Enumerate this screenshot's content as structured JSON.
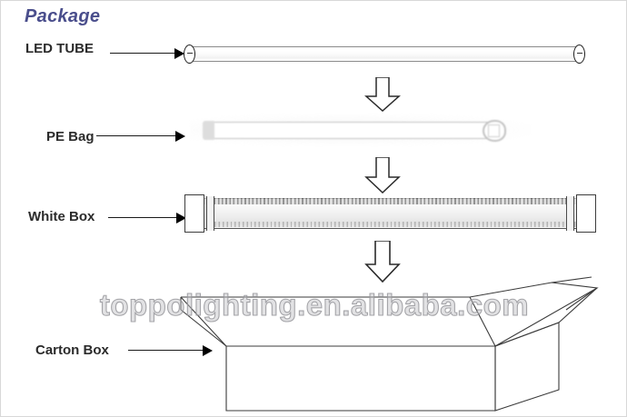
{
  "page": {
    "title": "Package",
    "background_color": "#ffffff",
    "title_color": "#4a4e8c"
  },
  "labels": {
    "led_tube": "LED TUBE",
    "pe_bag": "PE Bag",
    "white_box": "White Box",
    "carton_box": "Carton Box"
  },
  "watermark": {
    "text": "toppolighting.en.alibaba.com",
    "stroke_color": "#96969b"
  },
  "flow": {
    "steps": [
      {
        "name": "led-tube",
        "label": "LED TUBE"
      },
      {
        "name": "pe-bag",
        "label": "PE Bag"
      },
      {
        "name": "white-box",
        "label": "White Box"
      },
      {
        "name": "carton-box",
        "label": "Carton Box"
      }
    ],
    "arrows": [
      {
        "name": "arrow-led-to-pe",
        "direction": "down"
      },
      {
        "name": "arrow-pe-to-whitebox",
        "direction": "down"
      },
      {
        "name": "arrow-whitebox-to-carton",
        "direction": "down"
      }
    ],
    "arrow_glyph": "down-arrow-icon",
    "pointer_glyph": "right-arrow-icon"
  }
}
